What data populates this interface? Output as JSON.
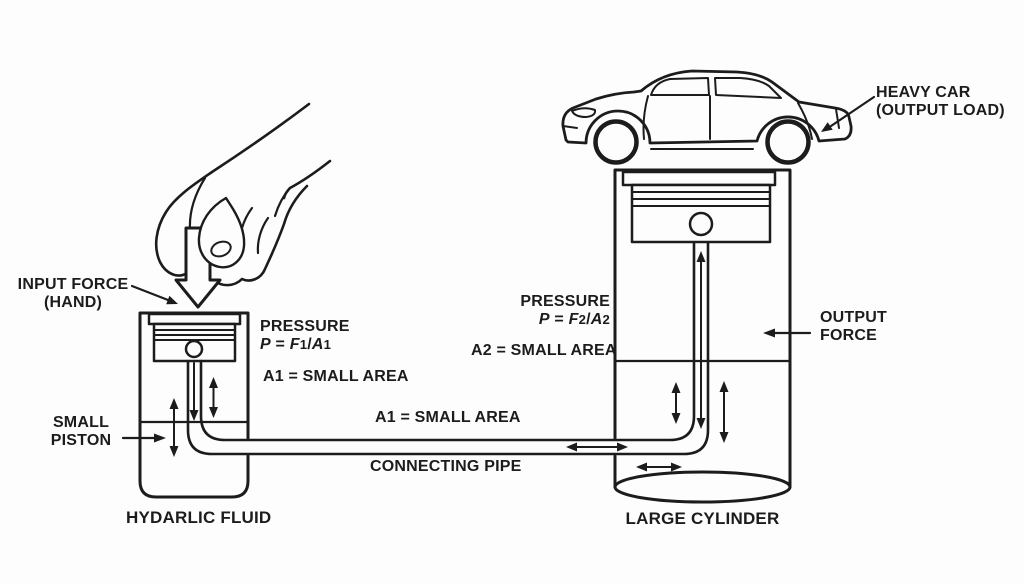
{
  "colors": {
    "ink": "#1c1c1c",
    "background": "#fdfdfd"
  },
  "labels": {
    "input_force": {
      "line1": "INPUT FORCE",
      "line2": "(HAND)"
    },
    "small_piston": {
      "line1": "SMALL",
      "line2": "PISTON"
    },
    "hydraulic_fluid": "HYDARLIC FLUID",
    "pressure_small": {
      "title": "PRESSURE",
      "formula": [
        "P",
        " = ",
        "F",
        "1",
        "/",
        "A",
        "1"
      ],
      "area": "A1 = SMALL AREA"
    },
    "area_mid": "A1 = SMALL AREA",
    "connecting_pipe": "CONNECTING PIPE",
    "pressure_large": {
      "title": "PRESSURE",
      "formula": [
        "P",
        " = ",
        "F",
        "2",
        "/",
        "A",
        "2"
      ],
      "area": "A2 = SMALL AREA"
    },
    "output_force": {
      "line1": "OUTPUT",
      "line2": "FORCE"
    },
    "heavy_car": {
      "line1": "HEAVY CAR",
      "line2": "(OUTPUT LOAD)"
    },
    "large_cylinder": "LARGE CYLINDER"
  },
  "drawings": {
    "hand": "hand-pressing-icon",
    "input_block_arrow": "down-block-arrow-icon",
    "car": "sedan-car-icon",
    "small_cylinder": "small-cylinder-piston-icon",
    "large_cylinder": "large-cylinder-piston-icon",
    "pipe": "connecting-pipe-icon",
    "motion_arrows": "fluid-motion-arrows-icon"
  }
}
